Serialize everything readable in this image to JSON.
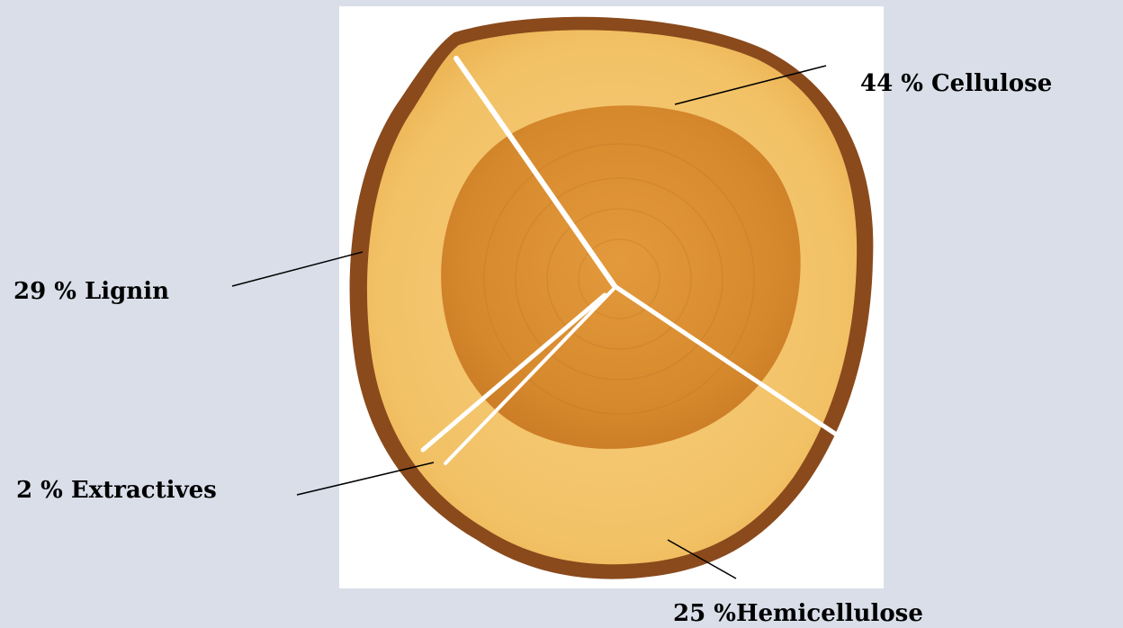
{
  "labels": {
    "cellulose": "44 % Cellulose",
    "lignin": "29 % Lignin",
    "extractives": "2 % Extractives",
    "hemicellulose": "25 %Hemicellulose"
  },
  "colors": {
    "background": "#d9dee9",
    "bark": "#8a4a1c",
    "sapwood": "#f3c46c",
    "heartwood": "#d98b2e",
    "divider": "#ffffff"
  }
}
